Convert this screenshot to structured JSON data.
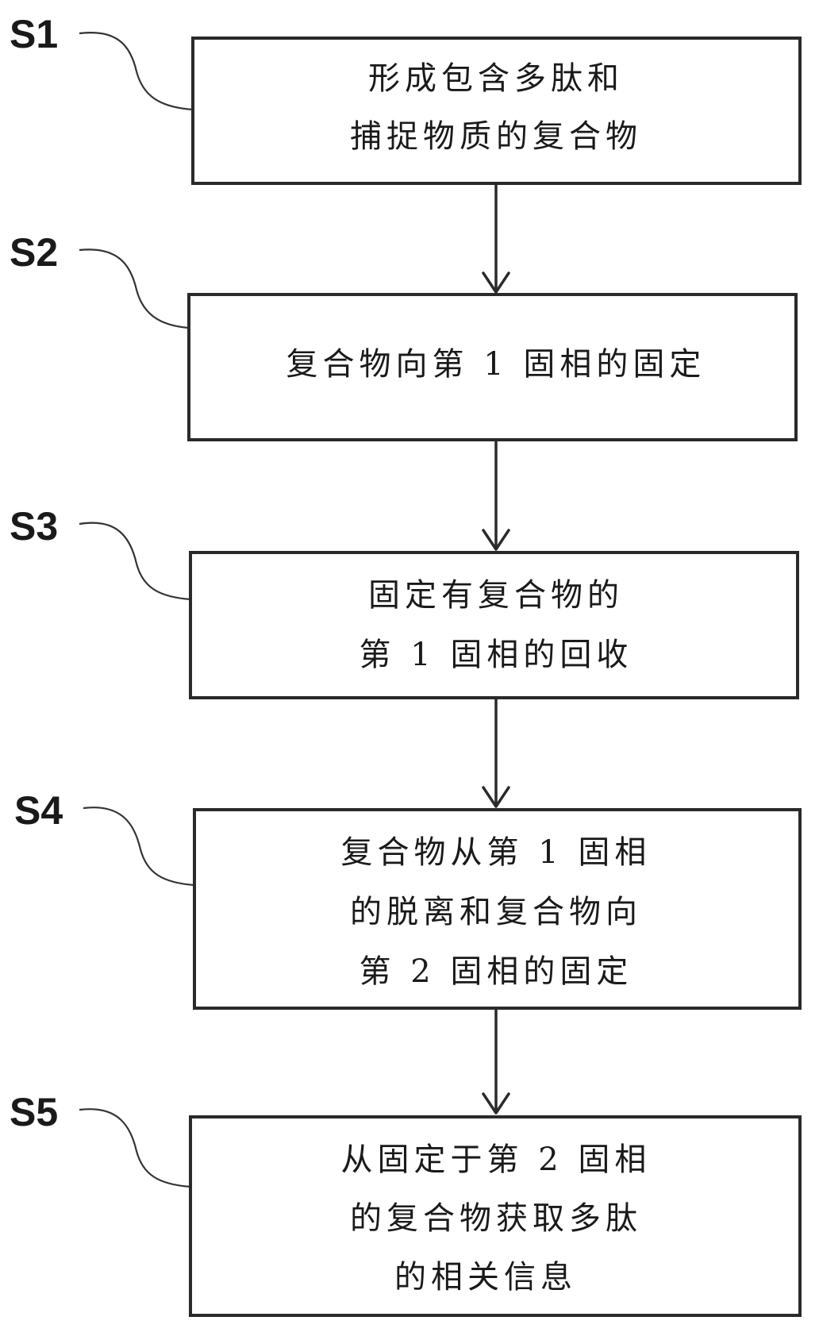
{
  "steps": [
    {
      "label": "S1",
      "lines": [
        "形成包含多肽和",
        "捕捉物质的复合物"
      ]
    },
    {
      "label": "S2",
      "lines": [
        "复合物向第 1 固相的固定"
      ]
    },
    {
      "label": "S3",
      "lines": [
        "固定有复合物的",
        "第 1 固相的回收"
      ]
    },
    {
      "label": "S4",
      "lines": [
        "复合物从第 1 固相",
        "的脱离和复合物向",
        "第 2 固相的固定"
      ]
    },
    {
      "label": "S5",
      "lines": [
        "从固定于第 2 固相",
        "的复合物获取多肽",
        "的相关信息"
      ]
    }
  ]
}
